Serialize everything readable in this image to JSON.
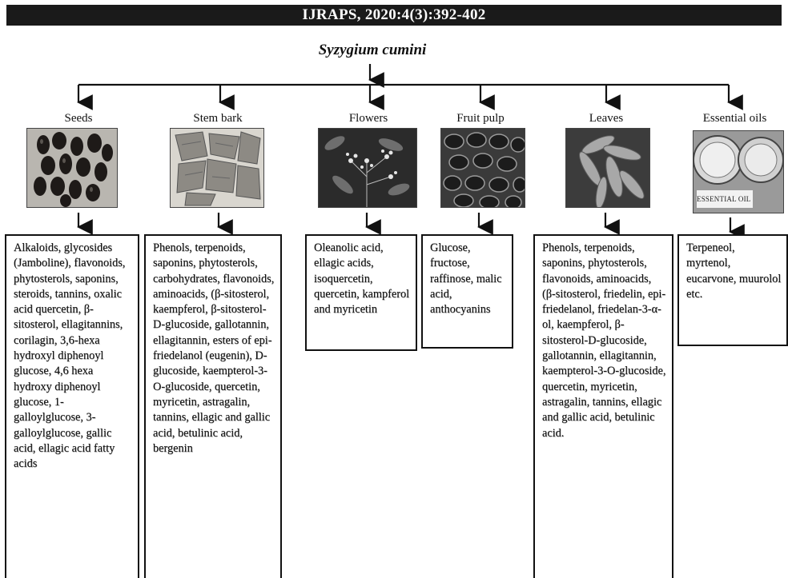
{
  "header": {
    "citation": "IJRAPS, 2020:4(3):392-402"
  },
  "root": {
    "label": "Syzygium cumini"
  },
  "parts": [
    {
      "label": "Seeds",
      "image": "seeds-photo",
      "constituents": "Alkaloids, glycosides (Jamboline), flavonoids, phytosterols, saponins, steroids, tannins, oxalic acid quercetin, β-sitosterol, ellagitannins, corilagin, 3,6-hexa hydroxyl diphenoyl glucose, 4,6 hexa hydroxy diphenoyl glucose, 1-galloylglucose, 3-galloylglucose, gallic acid, ellagic acid fatty acids"
    },
    {
      "label": "Stem bark",
      "image": "stem-bark-photo",
      "constituents": "Phenols, terpenoids, saponins, phytosterols, carbohydrates, flavonoids, aminoacids, (β-sitosterol, kaempferol, β-sitosterol-D-glucoside, gallotannin, ellagitannin, esters of epi-friedelanol (eugenin), D-glucoside, kaempterol-3-O-glucoside, quercetin, myricetin, astragalin, tannins, ellagic and gallic acid, betulinic acid, bergenin"
    },
    {
      "label": "Flowers",
      "image": "flowers-photo",
      "constituents": "Oleanolic acid, ellagic acids, isoquercetin, quercetin, kampferol and myricetin"
    },
    {
      "label": "Fruit pulp",
      "image": "fruit-pulp-photo",
      "constituents": "Glucose, fructose, raffinose, malic acid, anthocyanins"
    },
    {
      "label": "Leaves",
      "image": "leaves-photo",
      "constituents": "Phenols, terpenoids, saponins, phytosterols, flavonoids, aminoacids, (β-sitosterol, friedelin, epi-friedelanol, friedelan-3-α-ol, kaempferol, β-sitosterol-D-glucoside, gallotannin, ellagitannin, kaempterol-3-O-glucoside, quercetin, myricetin, astragalin, tannins, ellagic and gallic acid, betulinic acid."
    },
    {
      "label": "Essential oils",
      "image": "essential-oil-photo",
      "image_caption": "ESSENTIAL OIL",
      "constituents": "Terpeneol, myrtenol, eucarvone, muurolol etc."
    }
  ]
}
